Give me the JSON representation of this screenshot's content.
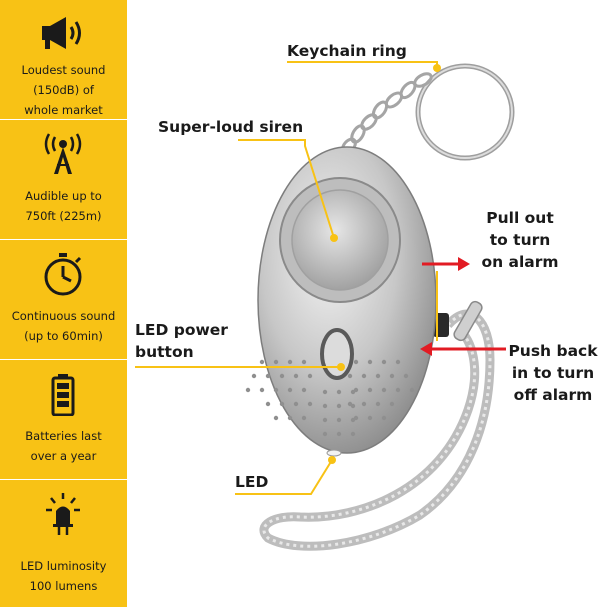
{
  "sidebar": {
    "features": [
      {
        "icon": "megaphone-icon",
        "lines": [
          "Loudest sound",
          "(150dB) of",
          "whole market"
        ]
      },
      {
        "icon": "signal-tower-icon",
        "lines": [
          "Audible up to",
          "750ft (225m)"
        ]
      },
      {
        "icon": "stopwatch-icon",
        "lines": [
          "Continuous sound",
          "(up to 60min)"
        ]
      },
      {
        "icon": "battery-icon",
        "lines": [
          "Batteries last",
          "over a year"
        ]
      },
      {
        "icon": "led-bulb-icon",
        "lines": [
          "LED luminosity",
          "100 lumens"
        ]
      }
    ]
  },
  "callouts": {
    "keychain_ring": "Keychain ring",
    "siren": "Super-loud siren",
    "led_button": [
      "LED power",
      "button"
    ],
    "led": "LED",
    "pull_out": [
      "Pull out",
      "to turn",
      "on alarm"
    ],
    "push_back": [
      "Push back",
      "in to turn",
      "off alarm"
    ]
  },
  "colors": {
    "sidebar": "#f8c215",
    "leader": "#f8c215",
    "arrow": "#e21b23"
  }
}
